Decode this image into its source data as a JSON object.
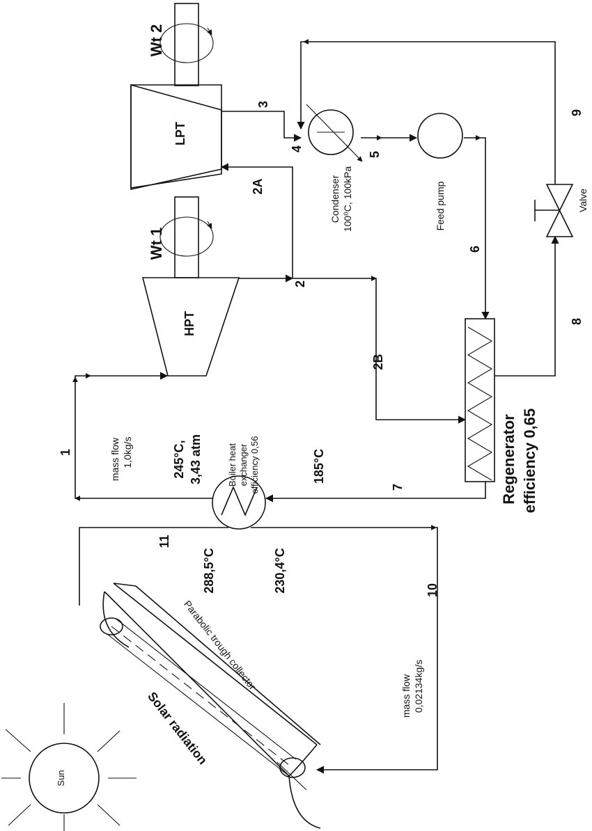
{
  "labels": {
    "wt2": "Wt 2",
    "wt1": "Wt 1",
    "lpt": "LPT",
    "hpt": "HPT",
    "condenser_line1": "Condenser",
    "condenser_line2": "100⁰C, 100kPa",
    "feed_pump": "Feed pump",
    "valve": "Valve",
    "regenerator_line1": "Regenerator",
    "regenerator_line2": "efficiency 0,65",
    "boiler_line1": "Boiler heat",
    "boiler_line2": "exchanger",
    "boiler_line3": "efficiency 0,56",
    "state_1": "1",
    "state_2": "2",
    "state_2a": "2A",
    "state_2b": "2B",
    "state_3": "3",
    "state_4": "4",
    "state_5": "5",
    "state_6": "6",
    "state_7": "7",
    "state_8": "8",
    "state_9": "9",
    "state_10": "10",
    "state_11": "11",
    "mass_flow_top_1": "mass flow",
    "mass_flow_top_2": "1,0kg/s",
    "temp_245_1": "245°C,",
    "temp_245_2": "3,43 atm",
    "temp_185": "185°C",
    "temp_288": "288,5°C",
    "temp_230": "230,4°C",
    "mass_flow_bottom_1": "mass flow",
    "mass_flow_bottom_2": "0,02134kg/s",
    "parabolic": "Parabolic trough collector",
    "solar_radiation": "Solar radiation",
    "sun": "Sun"
  }
}
